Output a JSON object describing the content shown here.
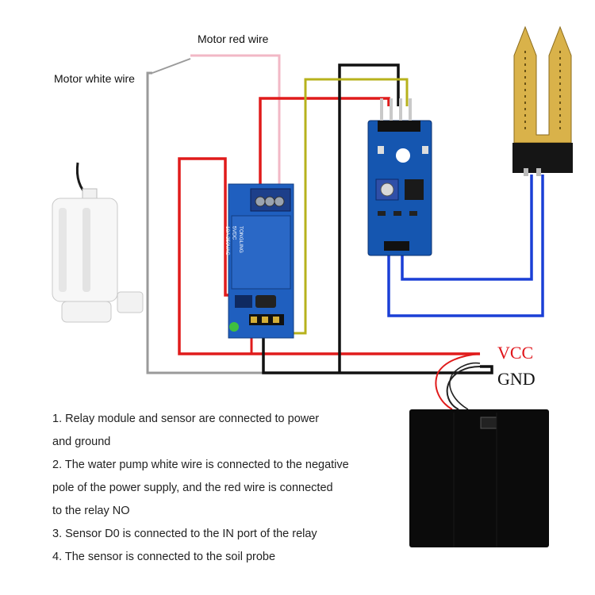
{
  "labels": {
    "motor_red_wire": "Motor red wire",
    "motor_white_wire": "Motor white wire",
    "vcc": "VCC",
    "gnd": "GND"
  },
  "components": {
    "relay": {
      "front_text": [
        "TONGLING",
        "5VDC",
        "10A 250VAC",
        "10A 125VAC",
        "10A 30VDC",
        "10A 28VDC",
        "JQC-3FF-S-Z"
      ]
    }
  },
  "notes": [
    "1. Relay module and sensor are connected to power",
    "and ground",
    "2. The water pump white wire is connected to the negative",
    "pole of the power supply, and the red wire is connected",
    "to the relay NO",
    "3. Sensor D0 is connected to the IN port of the relay",
    "4. The sensor is connected to the soil probe"
  ],
  "colors": {
    "red_wire": "#e01b1b",
    "black_wire": "#111111",
    "white_wire": "#9a9a9a",
    "pink_wire": "#f2b8c6",
    "yellow_wire": "#b7b21c",
    "blue_wire": "#1a3fd6",
    "relay_blue": "#1f5fbf",
    "sensor_blue": "#1556b0",
    "probe_gold": "#d9b24a",
    "vcc_text": "#e0151b"
  }
}
